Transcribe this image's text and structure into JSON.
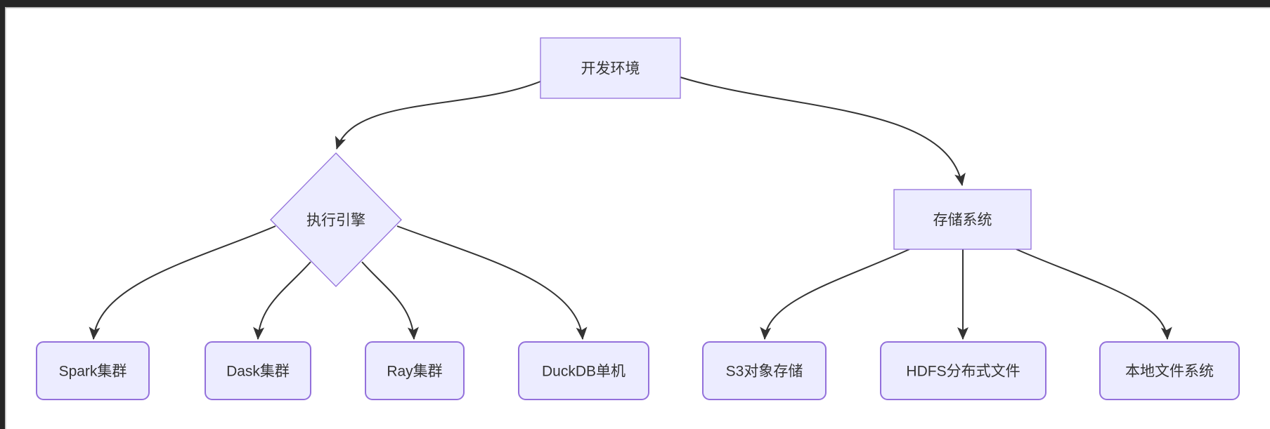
{
  "window": {
    "top_bar_color": "#262626",
    "left_bar_color": "#262626",
    "canvas_color": "#ffffff"
  },
  "diagram": {
    "type": "flowchart",
    "direction": "top-down",
    "style": {
      "node_fill": "#ECECFF",
      "node_border": "#9370DB",
      "label_color": "#333333",
      "edge_color": "#333333"
    },
    "nodes": {
      "root": {
        "label": "开发环境",
        "shape": "rectangle"
      },
      "engine": {
        "label": "执行引擎",
        "shape": "diamond"
      },
      "storage": {
        "label": "存储系统",
        "shape": "rectangle"
      },
      "spark": {
        "label": "Spark集群",
        "shape": "rounded"
      },
      "dask": {
        "label": "Dask集群",
        "shape": "rounded"
      },
      "ray": {
        "label": "Ray集群",
        "shape": "rounded"
      },
      "duckdb": {
        "label": "DuckDB单机",
        "shape": "rounded"
      },
      "s3": {
        "label": "S3对象存储",
        "shape": "rounded"
      },
      "hdfs": {
        "label": "HDFS分布式文件",
        "shape": "rounded"
      },
      "local": {
        "label": "本地文件系统",
        "shape": "rounded"
      }
    },
    "edges": [
      {
        "from": "开发环境",
        "to": "执行引擎"
      },
      {
        "from": "开发环境",
        "to": "存储系统"
      },
      {
        "from": "执行引擎",
        "to": "Spark集群"
      },
      {
        "from": "执行引擎",
        "to": "Dask集群"
      },
      {
        "from": "执行引擎",
        "to": "Ray集群"
      },
      {
        "from": "执行引擎",
        "to": "DuckDB单机"
      },
      {
        "from": "存储系统",
        "to": "S3对象存储"
      },
      {
        "from": "存储系统",
        "to": "HDFS分布式文件"
      },
      {
        "from": "存储系统",
        "to": "本地文件系统"
      }
    ]
  }
}
